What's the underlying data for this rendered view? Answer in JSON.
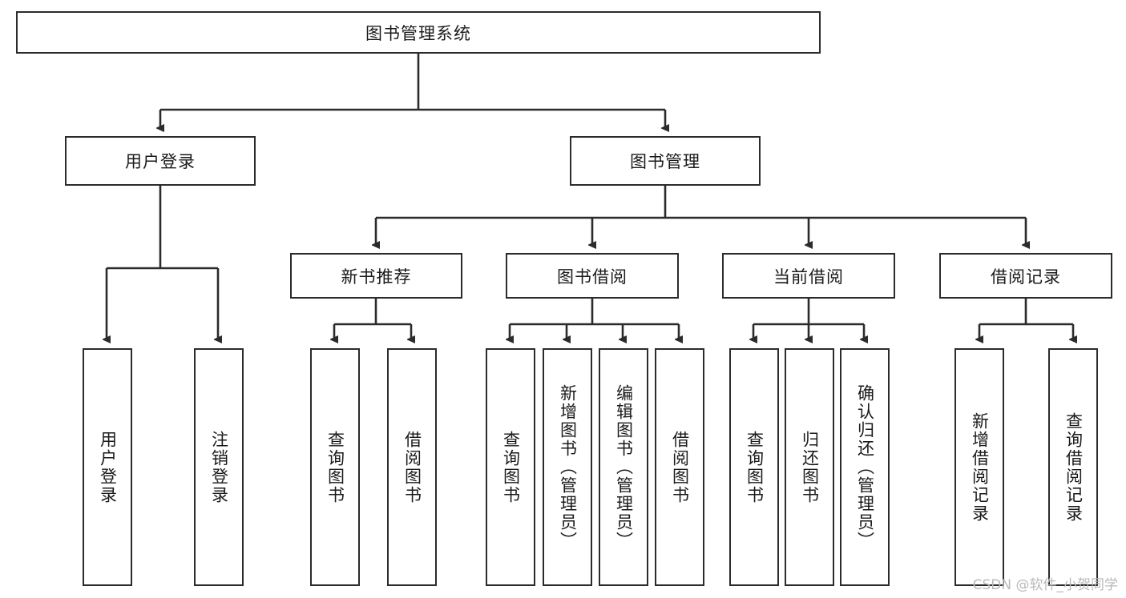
{
  "diagram": {
    "title": "图书管理系统",
    "type": "tree-hierarchy",
    "root": {
      "id": "root",
      "label": "图书管理系统"
    },
    "level2": [
      {
        "id": "user-login",
        "label": "用户登录"
      },
      {
        "id": "book-management",
        "label": "图书管理"
      }
    ],
    "level3": [
      {
        "id": "new-book-recommend",
        "label": "新书推荐",
        "parent": "book-management"
      },
      {
        "id": "book-borrow",
        "label": "图书借阅",
        "parent": "book-management"
      },
      {
        "id": "current-borrow",
        "label": "当前借阅",
        "parent": "book-management"
      },
      {
        "id": "borrow-record",
        "label": "借阅记录",
        "parent": "book-management"
      }
    ],
    "leaves": {
      "user_login": [
        {
          "id": "leaf-user-login",
          "label": "用户登录"
        },
        {
          "id": "leaf-logout",
          "label": "注销登录"
        }
      ],
      "new_book_recommend": [
        {
          "id": "leaf-query-book-1",
          "label": "查询图书"
        },
        {
          "id": "leaf-borrow-book-1",
          "label": "借阅图书"
        }
      ],
      "book_borrow": [
        {
          "id": "leaf-query-book-2",
          "label": "查询图书"
        },
        {
          "id": "leaf-add-book",
          "label": "新增图书（管理员）"
        },
        {
          "id": "leaf-edit-book",
          "label": "编辑图书（管理员）"
        },
        {
          "id": "leaf-borrow-book-2",
          "label": "借阅图书"
        }
      ],
      "current_borrow": [
        {
          "id": "leaf-query-book-3",
          "label": "查询图书"
        },
        {
          "id": "leaf-return-book",
          "label": "归还图书"
        },
        {
          "id": "leaf-confirm-return",
          "label": "确认归还（管理员）"
        }
      ],
      "borrow_record": [
        {
          "id": "leaf-add-record",
          "label": "新增借阅记录"
        },
        {
          "id": "leaf-query-record",
          "label": "查询借阅记录"
        }
      ]
    }
  },
  "watermark": {
    "text": "CSDN @软件_小贺同学"
  },
  "colors": {
    "stroke": "#2b2b2b",
    "fill": "#ffffff",
    "text": "#1a1a1a",
    "watermark": "#b9b9b9"
  }
}
